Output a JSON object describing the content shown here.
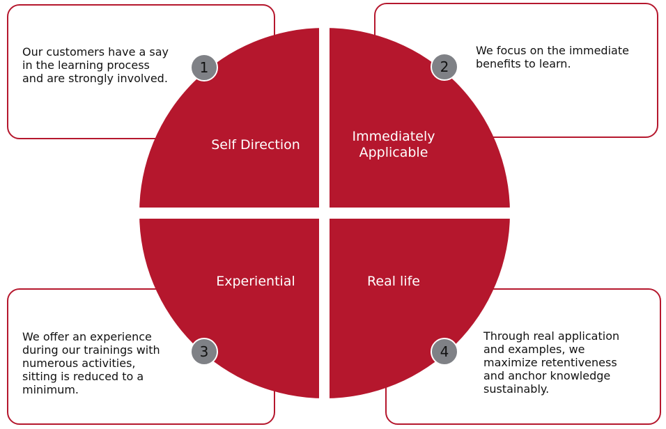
{
  "colors": {
    "accent": "#b5172d",
    "badge": "#7f8186"
  },
  "quadrants": [
    {
      "number": "1",
      "title": "Self Direction",
      "text": "Our customers have a say\nin the learning process\nand are strongly involved."
    },
    {
      "number": "2",
      "title": "Immediately Applicable",
      "title_lines": [
        "Immediately",
        "Applicable"
      ],
      "text": "We focus on the immediate\nbenefits to learn."
    },
    {
      "number": "3",
      "title": "Experiential",
      "text": "We offer an experience\nduring our trainings with\nnumerous activities,\nsitting is reduced to a\nminimum."
    },
    {
      "number": "4",
      "title": "Real life",
      "text": "Through real application\nand examples, we\nmaximize retentiveness\nand anchor knowledge\nsustainably."
    }
  ]
}
